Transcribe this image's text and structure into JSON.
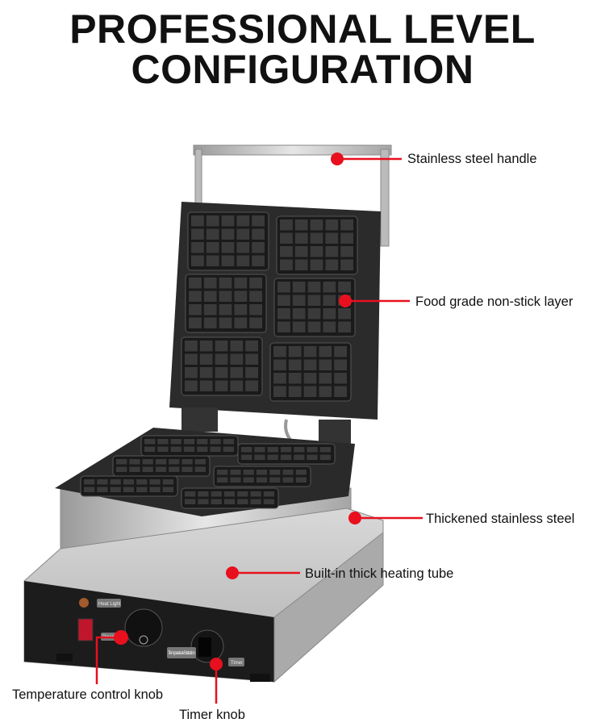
{
  "title": {
    "line1": "PROFESSIONAL LEVEL",
    "line2": "CONFIGURATION"
  },
  "callouts": {
    "handle": "Stainless steel handle",
    "nonstick": "Food grade non-stick layer",
    "steel": "Thickened stainless steel",
    "heating": "Built-in thick heating tube",
    "temp_knob": "Temperature control knob",
    "timer_knob": "Timer knob"
  },
  "panel": {
    "heat_light": "Heat Light",
    "power": "Power",
    "temp_selection": "Temperature Selection",
    "timer": "Timer",
    "switch_on": "I",
    "switch_off": "O"
  },
  "colors": {
    "callout": "#e8101e",
    "plate": "#2b2b2b",
    "steel": "#c9c9c9",
    "panel": "#1c1c1c"
  }
}
